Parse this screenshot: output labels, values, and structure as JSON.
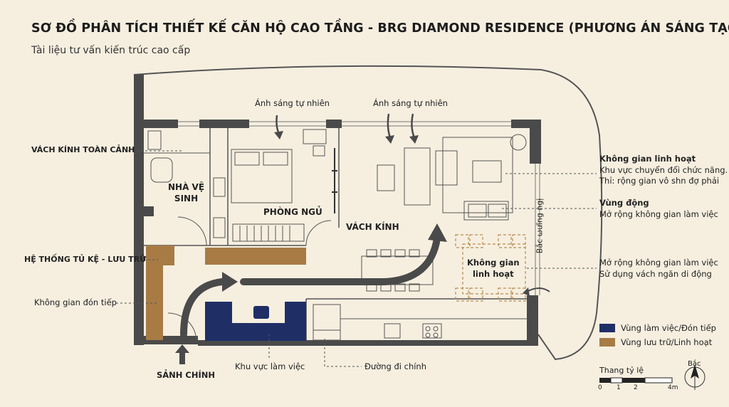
{
  "title": "SƠ ĐỒ PHÂN TÍCH THIẾT KẾ CĂN HỘ CAO TẦNG - BRG DIAMOND RESIDENCE (PHƯƠNG ÁN SÁNG TẠO)",
  "subtitle": "Tài liệu tư vấn kiến trúc cao cấp",
  "top_labels": {
    "light1": "Ánh sáng tự nhiên",
    "light2": "Ánh sáng tự nhiên"
  },
  "left_labels": {
    "glass_wall": "VÁCH KÍNH TOÀN CẢNH",
    "storage": "HỆ THỐNG TỦ KỆ - LƯU TRỮ",
    "reception": "Không gian đón tiếp"
  },
  "rooms": {
    "bathroom_l1": "NHÀ VỆ",
    "bathroom_l2": "SINH",
    "bedroom": "PHÒNG NGỦ",
    "glass_partition": "VÁCH KÍNH",
    "flex_l1": "Không gian",
    "flex_l2": "linh hoạt",
    "balcony": "Bắc ωưĩng ngị"
  },
  "bottom_labels": {
    "lobby": "SẢNH CHÍNH",
    "workspace": "Khu vực làm việc",
    "main_path": "Đường đi chính"
  },
  "right_labels": {
    "flex_title": "Không gian linh hoạt",
    "flex_desc1": "Khu vực chuyển đổi chức năng.",
    "flex_desc2": "Thỉ: rộng gian vô shn đợ phải",
    "active_title": "Vùng động",
    "active_desc": "Mở rộng không gian làm việc",
    "extend_desc1": "Mở rộng không gian làm việc",
    "extend_desc2": "Sử dụng vách ngăn di động"
  },
  "legend": {
    "work": {
      "label": "Vùng làm việc/Đón tiếp",
      "color": "#1f2f66"
    },
    "storage": {
      "label": "Vùng lưu trữ/Linh hoạt",
      "color": "#a87b45"
    }
  },
  "scale": {
    "label": "Thang tỷ lệ",
    "ticks": [
      "0",
      "1",
      "2",
      "4m"
    ]
  },
  "north": {
    "label": "Bắc"
  }
}
